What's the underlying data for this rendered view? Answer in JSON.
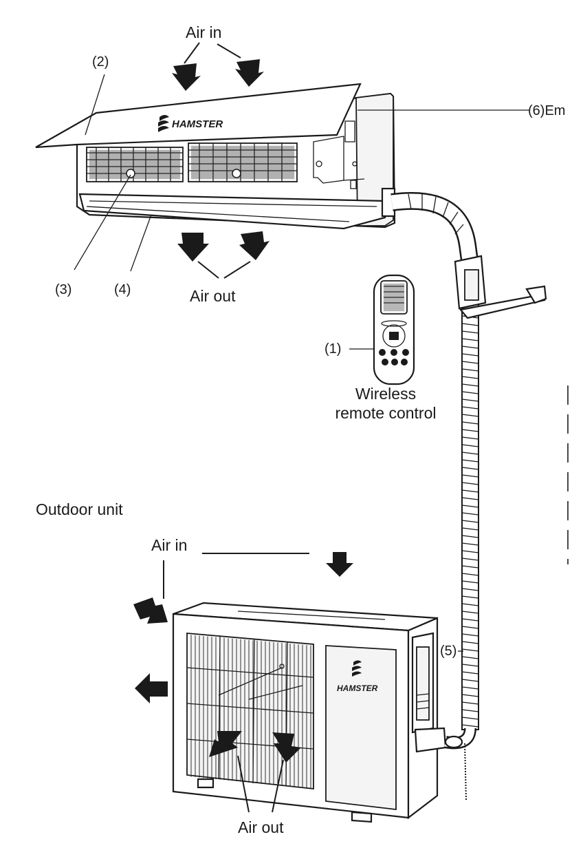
{
  "labels": {
    "air_in_top": "Air in",
    "part_2": "(2)",
    "part_6": "(6)Em",
    "part_3": "(3)",
    "part_4": "(4)",
    "air_out_top": "Air out",
    "part_1": "(1)",
    "remote_line1": "Wireless",
    "remote_line2": "remote control",
    "outdoor_title": "Outdoor unit",
    "air_in_bottom": "Air in",
    "part_5": "(5)",
    "air_out_bottom": "Air out"
  },
  "brand": {
    "indoor": "HAMSTER",
    "outdoor": "HAMSTER"
  },
  "colors": {
    "ink": "#1a1a1a",
    "background": "#ffffff"
  }
}
